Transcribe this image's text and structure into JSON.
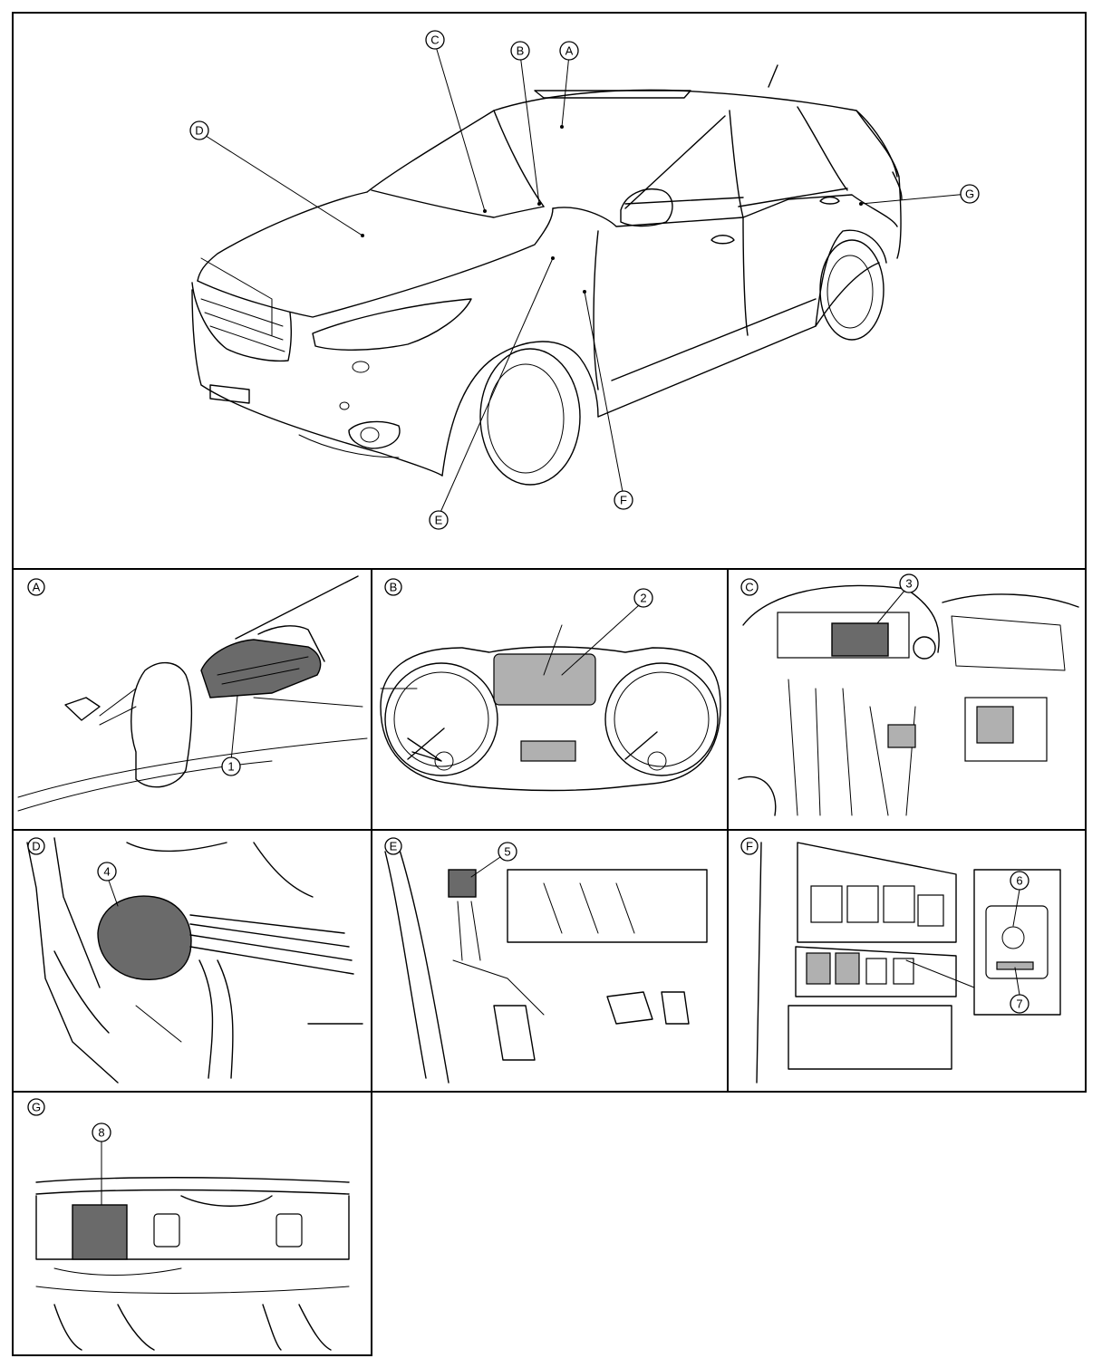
{
  "overview": {
    "callouts": [
      "A",
      "B",
      "C",
      "D",
      "E",
      "F",
      "G"
    ]
  },
  "panels": [
    {
      "id": "A",
      "numbers": [
        "1"
      ]
    },
    {
      "id": "B",
      "numbers": [
        "2"
      ]
    },
    {
      "id": "C",
      "numbers": [
        "3"
      ]
    },
    {
      "id": "D",
      "numbers": [
        "4"
      ]
    },
    {
      "id": "E",
      "numbers": [
        "5"
      ]
    },
    {
      "id": "F",
      "numbers": [
        "6",
        "7"
      ]
    },
    {
      "id": "G",
      "numbers": [
        "8"
      ]
    }
  ],
  "colors": {
    "line": "#000000",
    "shade": "#6a6a6a",
    "light_shade": "#b0b0b0"
  }
}
